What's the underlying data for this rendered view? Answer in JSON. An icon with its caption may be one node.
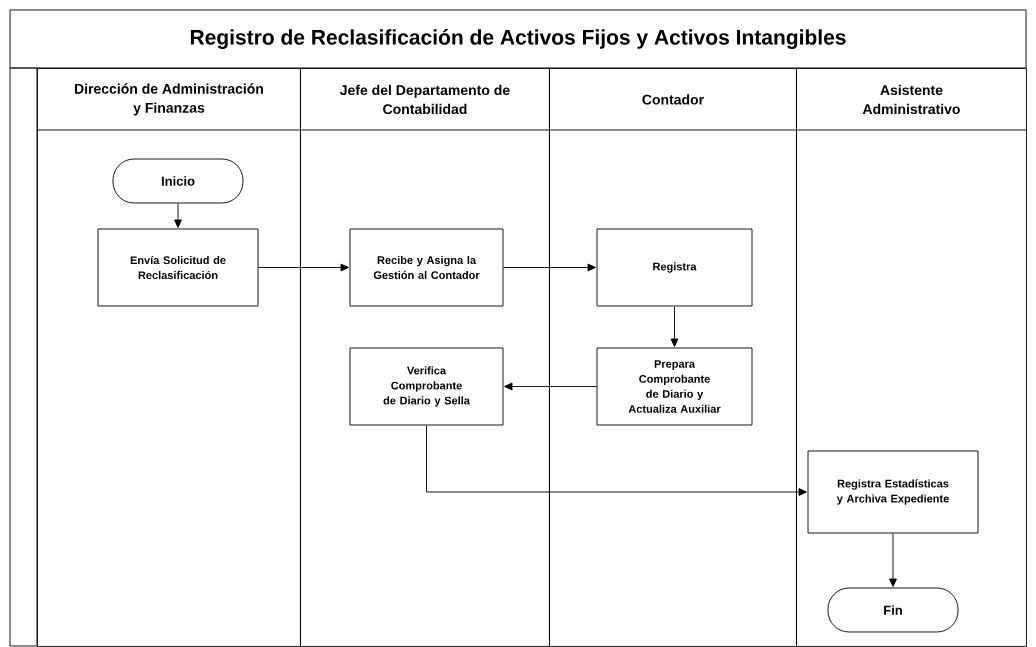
{
  "diagram": {
    "title": "Registro de Reclasificación de Activos Fijos y Activos Intangibles",
    "nodes": [
      {
        "text": [
          "Dirección de Administración y Finanzas"
        ]
      },
      {
        "text": [
          "Jefe del Departamento de Contabilidad"
        ]
      },
      {
        "text": [
          "Contador"
        ]
      },
      {
        "text": [
          "Asistente Administrativo"
        ]
      },
      {
        "text": [
          "Inicio"
        ],
        "in": 0
      },
      {
        "text": [
          "Envía Solicitud de Reclasificación"
        ],
        "in": 0
      },
      {
        "text": [
          "Recibe y Asigna la Gestión al Contador"
        ],
        "in": 1
      },
      {
        "text": [
          "Registra"
        ],
        "in": 2
      },
      {
        "text": [
          "Prepara Comprobante de Diario y Actualiza Auxiliar"
        ],
        "in": 2
      },
      {
        "text": [
          "Verifica Comprobante de Diario y Sella"
        ],
        "in": 1
      },
      {
        "text": [
          "Registra Estadísticas y Archiva Expediente"
        ],
        "in": 3
      },
      {
        "text": [
          "Fin"
        ],
        "in": 3
      }
    ],
    "edges": [
      {
        "from": 4,
        "to": 5,
        "arrow": "to"
      },
      {
        "from": 5,
        "to": 6,
        "arrow": "to"
      },
      {
        "from": 6,
        "to": 7,
        "arrow": "to"
      },
      {
        "from": 7,
        "to": 8,
        "arrow": "to"
      },
      {
        "from": 8,
        "to": 9,
        "arrow": "to"
      },
      {
        "from": 9,
        "to": 10,
        "arrow": "to"
      },
      {
        "from": 10,
        "to": 11,
        "arrow": "to"
      }
    ]
  }
}
